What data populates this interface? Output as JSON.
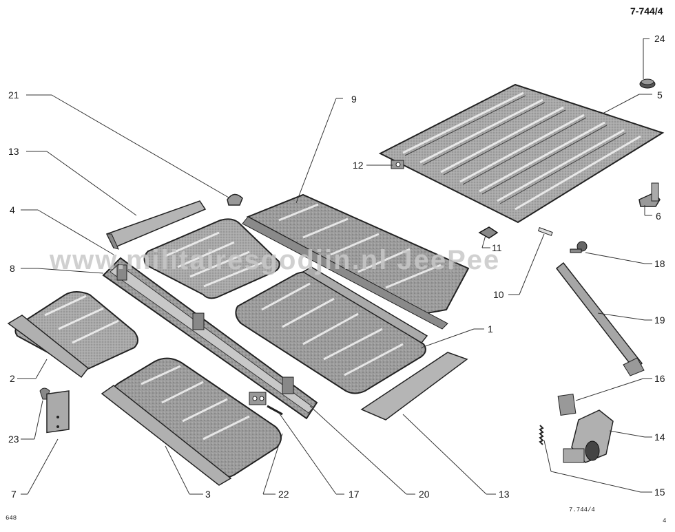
{
  "header": {
    "sheet_number": "7-744/4"
  },
  "watermark": {
    "text": "www.militairesgodjin.nl  JeePee"
  },
  "footer": {
    "left_code": "648",
    "center_code": "7.744/4",
    "right_mark": "4"
  },
  "callouts": [
    {
      "id": "c21",
      "label": "21"
    },
    {
      "id": "c9",
      "label": "9"
    },
    {
      "id": "c24",
      "label": "24"
    },
    {
      "id": "c5",
      "label": "5"
    },
    {
      "id": "c13a",
      "label": "13"
    },
    {
      "id": "c12",
      "label": "12"
    },
    {
      "id": "c4",
      "label": "4"
    },
    {
      "id": "c6",
      "label": "6"
    },
    {
      "id": "c11",
      "label": "11"
    },
    {
      "id": "c18",
      "label": "18"
    },
    {
      "id": "c8",
      "label": "8"
    },
    {
      "id": "c10",
      "label": "10"
    },
    {
      "id": "c19",
      "label": "19"
    },
    {
      "id": "c1",
      "label": "1"
    },
    {
      "id": "c2",
      "label": "2"
    },
    {
      "id": "c16",
      "label": "16"
    },
    {
      "id": "c23",
      "label": "23"
    },
    {
      "id": "c14",
      "label": "14"
    },
    {
      "id": "c7",
      "label": "7"
    },
    {
      "id": "c3",
      "label": "3"
    },
    {
      "id": "c22",
      "label": "22"
    },
    {
      "id": "c17",
      "label": "17"
    },
    {
      "id": "c20",
      "label": "20"
    },
    {
      "id": "c13b",
      "label": "13"
    },
    {
      "id": "c15",
      "label": "15"
    }
  ]
}
